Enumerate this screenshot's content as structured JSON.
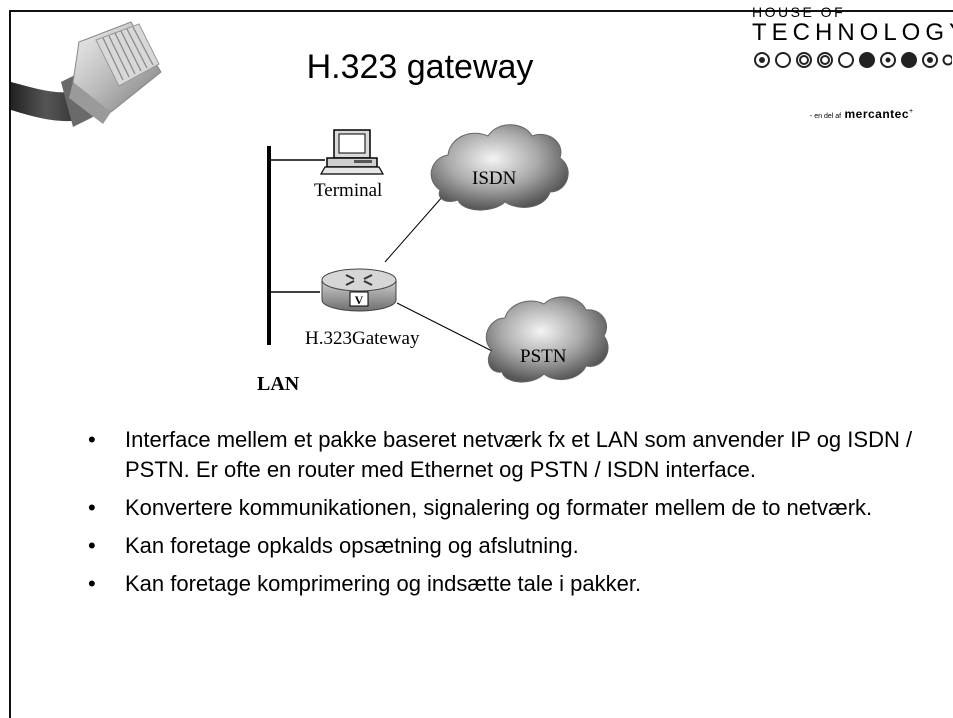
{
  "slide": {
    "title": "H.323 gateway"
  },
  "logo": {
    "line1": "HOUSE OF",
    "line2": "TECHNOLOGY",
    "tagline_prefix": "- en del af",
    "brand": "mercantec",
    "brand_plus": "+"
  },
  "diagram": {
    "terminal_label": "Terminal",
    "gateway_label": "H.323Gateway",
    "isdn_label": "ISDN",
    "pstn_label": "PSTN",
    "lan_label": "LAN",
    "router_badge": "V"
  },
  "bullets": [
    "Interface mellem et pakke baseret netværk fx et LAN som anvender IP og ISDN / PSTN. Er ofte en router med Ethernet og PSTN / ISDN interface.",
    "Konvertere kommunikationen, signalering og formater mellem de to netværk.",
    "Kan foretage opkalds opsætning og afslutning.",
    "Kan foretage komprimering og indsætte tale i pakker."
  ],
  "bullet_symbol": "•"
}
